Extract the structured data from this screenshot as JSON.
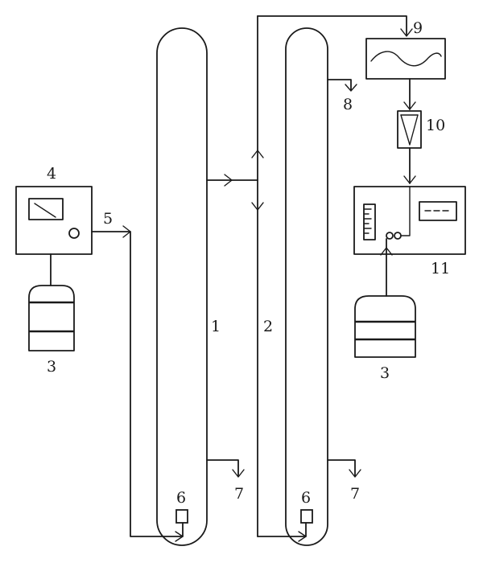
{
  "labels": {
    "column_1": "1",
    "column_2": "2",
    "gas_cylinder_left": "3",
    "gas_cylinder_right": "3",
    "flow_controller": "4",
    "gas_line": "5",
    "diffuser_col1": "6",
    "diffuser_col2": "6",
    "drain_col1": "7",
    "drain_col2": "7",
    "overflow_col2": "8",
    "vessel": "9",
    "flowmeter": "10",
    "analyzer": "11"
  }
}
